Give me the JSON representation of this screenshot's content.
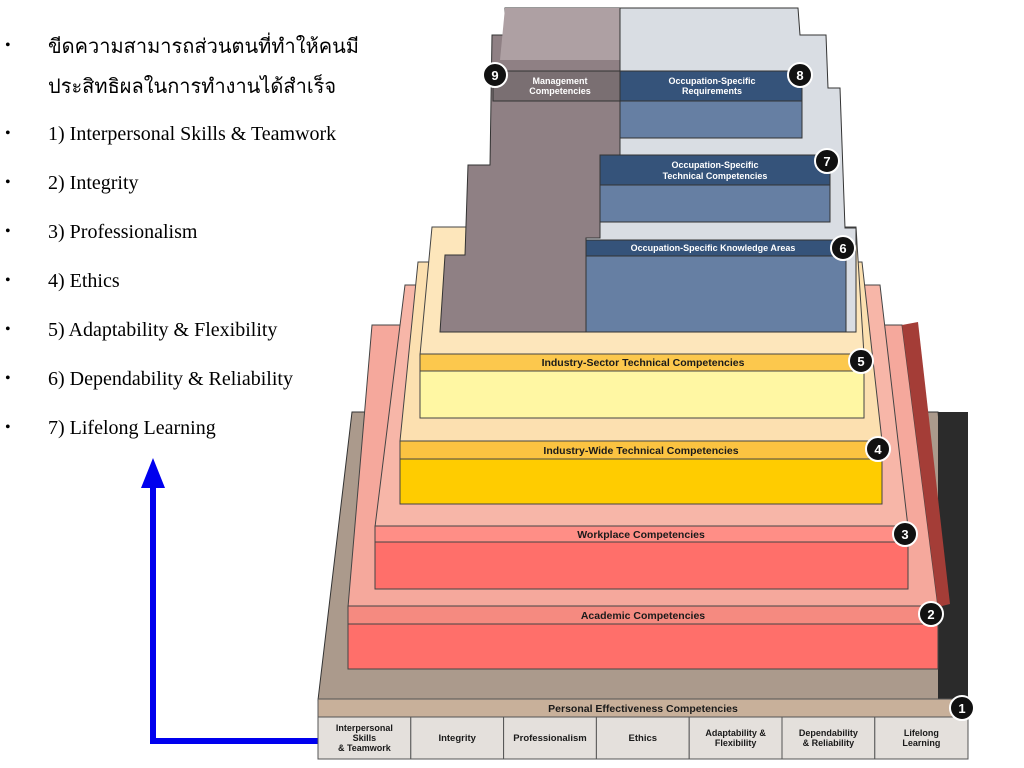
{
  "bullets": [
    {
      "text": "ขีดความสามารถส่วนตนที่ทำให้คนมี"
    },
    {
      "text": "ประสิทธิผลในการทำงานได้สำเร็จ"
    },
    {
      "text": "1) Interpersonal Skills & Teamwork"
    },
    {
      "text": "2) Integrity"
    },
    {
      "text": "3) Professionalism"
    },
    {
      "text": "4) Ethics"
    },
    {
      "text": "5) Adaptability & Flexibility"
    },
    {
      "text": "6) Dependability & Reliability"
    },
    {
      "text": "7) Lifelong Learning"
    }
  ],
  "tiers": [
    {
      "number": "1",
      "label": "Personal Effectiveness Competencies"
    },
    {
      "number": "2",
      "label": "Academic Competencies"
    },
    {
      "number": "3",
      "label": "Workplace Competencies"
    },
    {
      "number": "4",
      "label": "Industry-Wide Technical Competencies"
    },
    {
      "number": "5",
      "label": "Industry-Sector Technical Competencies"
    },
    {
      "number": "6",
      "label": "Occupation-Specific Knowledge Areas"
    },
    {
      "number": "7",
      "label_line1": "Occupation-Specific",
      "label_line2": "Technical Competencies"
    },
    {
      "number": "8",
      "label_line1": "Occupation-Specific",
      "label_line2": "Requirements"
    },
    {
      "number": "9",
      "label_line1": "Management",
      "label_line2": "Competencies"
    }
  ],
  "base_cells": [
    {
      "line1": "Interpersonal",
      "line2": "Skills",
      "line3": "& Teamwork"
    },
    {
      "line1": "Integrity"
    },
    {
      "line1": "Professionalism"
    },
    {
      "line1": "Ethics"
    },
    {
      "line1": "Adaptability &",
      "line2": "Flexibility"
    },
    {
      "line1": "Dependability",
      "line2": "& Reliability"
    },
    {
      "line1": "Lifelong",
      "line2": "Learning"
    }
  ],
  "colors": {
    "arrow": "#0000ee",
    "tier_1": "#c8b09a",
    "tier_2": "#ff6f6a",
    "tier_3": "#ff6f6a",
    "tier_4": "#ffcc00",
    "tier_5": "#fff7a3",
    "tier_6_8": "#667fa3",
    "tier_9": "#8f8084"
  }
}
